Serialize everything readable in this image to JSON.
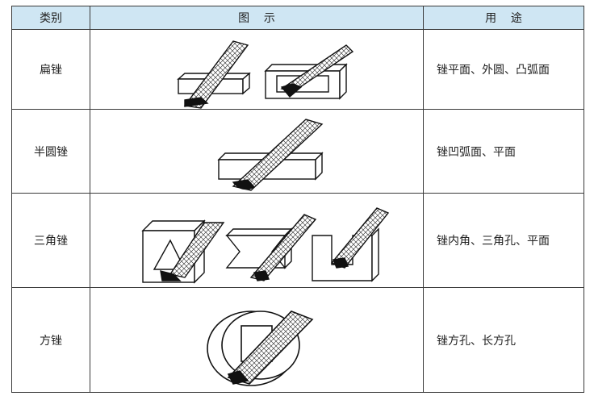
{
  "header": {
    "category": "类别",
    "figure": "图    示",
    "use": "用    途"
  },
  "rows": [
    {
      "name": "扁锉",
      "use": "锉平面、外圆、凸弧面"
    },
    {
      "name": "半圆锉",
      "use": "锉凹弧面、平面"
    },
    {
      "name": "三角锉",
      "use": "锉内角、三角孔、平面"
    },
    {
      "name": "方锉",
      "use": "锉方孔、长方孔"
    }
  ],
  "colors": {
    "header_bg": "#cfe6f3",
    "border": "#3a3a3a",
    "ink": "#111111"
  }
}
